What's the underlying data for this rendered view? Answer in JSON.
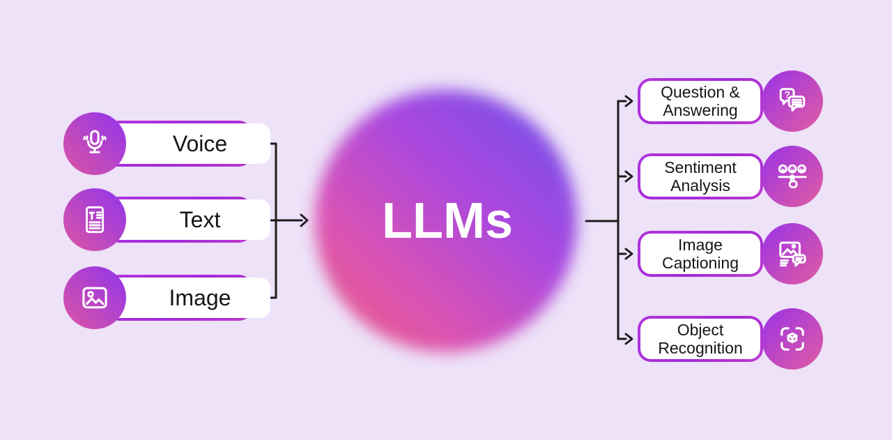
{
  "center": {
    "label": "LLMs"
  },
  "inputs": [
    {
      "label": "Voice",
      "icon": "microphone-icon"
    },
    {
      "label": "Text",
      "icon": "document-icon"
    },
    {
      "label": "Image",
      "icon": "image-icon"
    }
  ],
  "outputs": [
    {
      "label": "Question &\nAnswering",
      "icon": "question-answer-icon"
    },
    {
      "label": "Sentiment\nAnalysis",
      "icon": "sentiment-icon"
    },
    {
      "label": "Image\nCaptioning",
      "icon": "image-caption-icon"
    },
    {
      "label": "Object\nRecognition",
      "icon": "object-recognition-icon"
    }
  ],
  "colors": {
    "background": "#EDE2F8",
    "pill_border": "#A42BDA",
    "input_circle_gradient": [
      "#DB55A2",
      "#9C39E2"
    ],
    "output_circle_gradient": [
      "#9F35E2",
      "#DE5BA4"
    ],
    "blob_gradient": [
      "#E85C7C",
      "#DC53B2",
      "#A847E0",
      "#6C52E8"
    ],
    "connector": "#1C1C1C",
    "label_text": "#161616",
    "center_text": "#FFFFFF"
  }
}
